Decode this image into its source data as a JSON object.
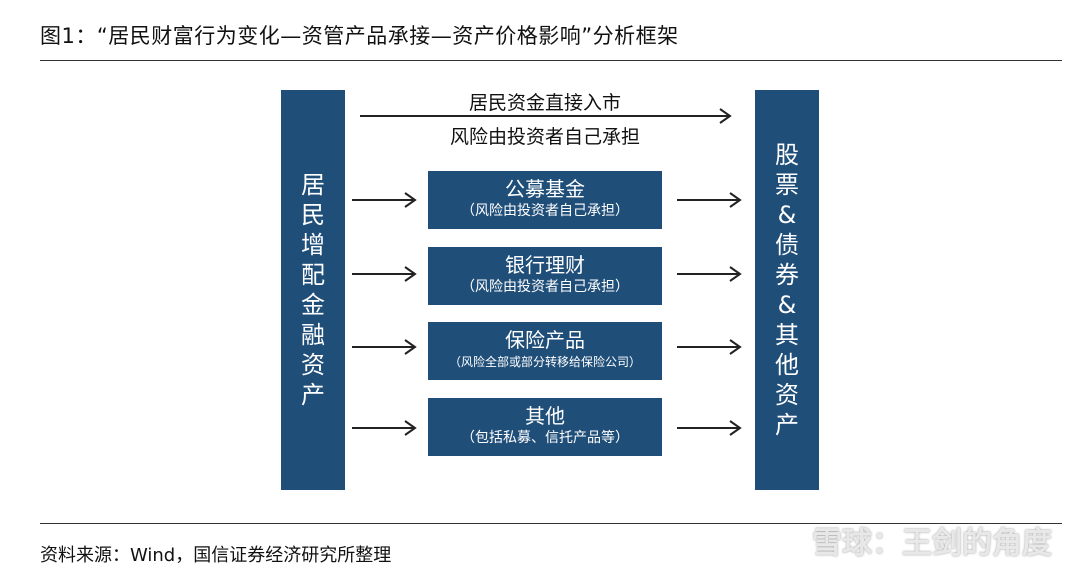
{
  "title": "图1：“居民财富行为变化—资管产品承接—资产价格影响”分析框架",
  "left_column": "居民增配金融资产",
  "right_column": "股票&债券&其他资产",
  "direct": {
    "top": "居民资金直接入市",
    "bottom": "风险由投资者自己承担"
  },
  "boxes": [
    {
      "main": "公募基金",
      "sub": "（风险由投资者自己承担）"
    },
    {
      "main": "银行理财",
      "sub": "（风险由投资者自己承担）"
    },
    {
      "main": "保险产品",
      "sub": "（风险全部或部分转移给保险公司）"
    },
    {
      "main": "其他",
      "sub": "（包括私募、信托产品等）"
    }
  ],
  "source": "资料来源：Wind，国信证券经济研究所整理",
  "watermark": "雪球：王剑的角度",
  "colors": {
    "box": "#1f4e79"
  }
}
